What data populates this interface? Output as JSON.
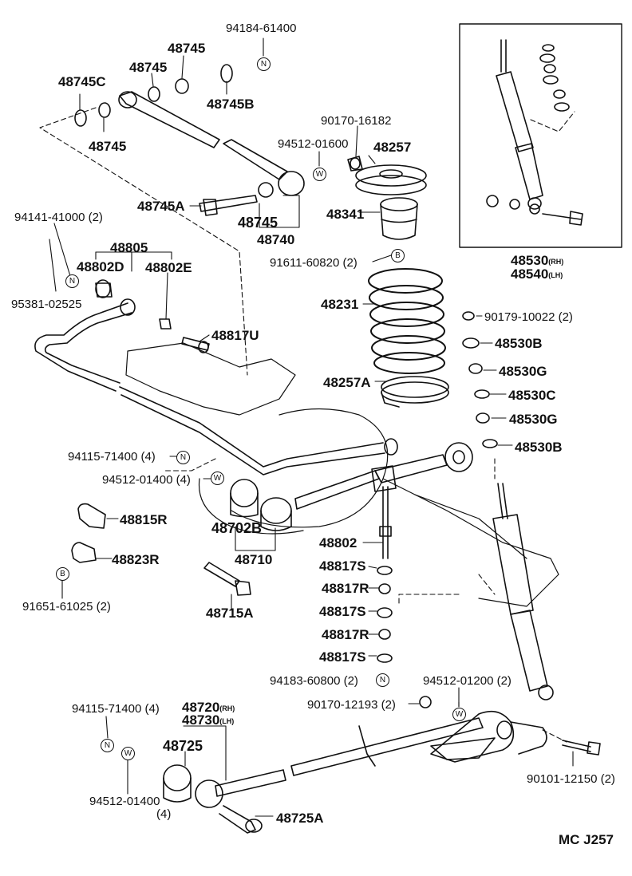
{
  "diagram_code": "MC J257",
  "symbols": {
    "n": "N",
    "w": "W",
    "b": "B"
  },
  "labels": {
    "p94184_61400": "94184-61400",
    "p48745_a": "48745",
    "p48745_b": "48745",
    "p48745C": "48745C",
    "p48745B": "48745B",
    "p48745_c": "48745",
    "p90170_16182": "90170-16182",
    "p94512_01600": "94512-01600",
    "p48257": "48257",
    "p48745A": "48745A",
    "p48745_main": "48745",
    "p48740": "48740",
    "p48341": "48341",
    "p94141_41000": "94141-41000 (2)",
    "p48805": "48805",
    "p48802D": "48802D",
    "p48802E": "48802E",
    "p91611_60820": "91611-60820 (2)",
    "p95381_02525": "95381-02525",
    "p48231": "48231",
    "p48817U": "48817U",
    "p48257A": "48257A",
    "p90179_10022": "90179-10022 (2)",
    "p48530B_1": "48530B",
    "p48530G_1": "48530G",
    "p48530C": "48530C",
    "p48530G_2": "48530G",
    "p48530B_2": "48530B",
    "p48530": "48530",
    "p48540": "48540",
    "rh": "(RH)",
    "lh": "(LH)",
    "p94115_71400_4": "94115-71400 (4)",
    "p94512_01400_4": "94512-01400 (4)",
    "p48815R": "48815R",
    "p48702B": "48702B",
    "p48710": "48710",
    "p48823R": "48823R",
    "p91651_61025": "91651-61025 (2)",
    "p48715A": "48715A",
    "p48802": "48802",
    "p48817S_1": "48817S",
    "p48817R_1": "48817R",
    "p48817S_2": "48817S",
    "p48817R_2": "48817R",
    "p48817S_3": "48817S",
    "p94183_60800": "94183-60800 (2)",
    "p94512_01200": "94512-01200 (2)",
    "p90170_12193": "90170-12193 (2)",
    "p94115_71400_b": "94115-71400 (4)",
    "p48720": "48720",
    "p48730": "48730",
    "p48725": "48725",
    "p94512_01400_b": "94512-01400",
    "p94512_01400_b_qty": "(4)",
    "p48725A": "48725A",
    "p90101_12150": "90101-12150 (2)"
  }
}
